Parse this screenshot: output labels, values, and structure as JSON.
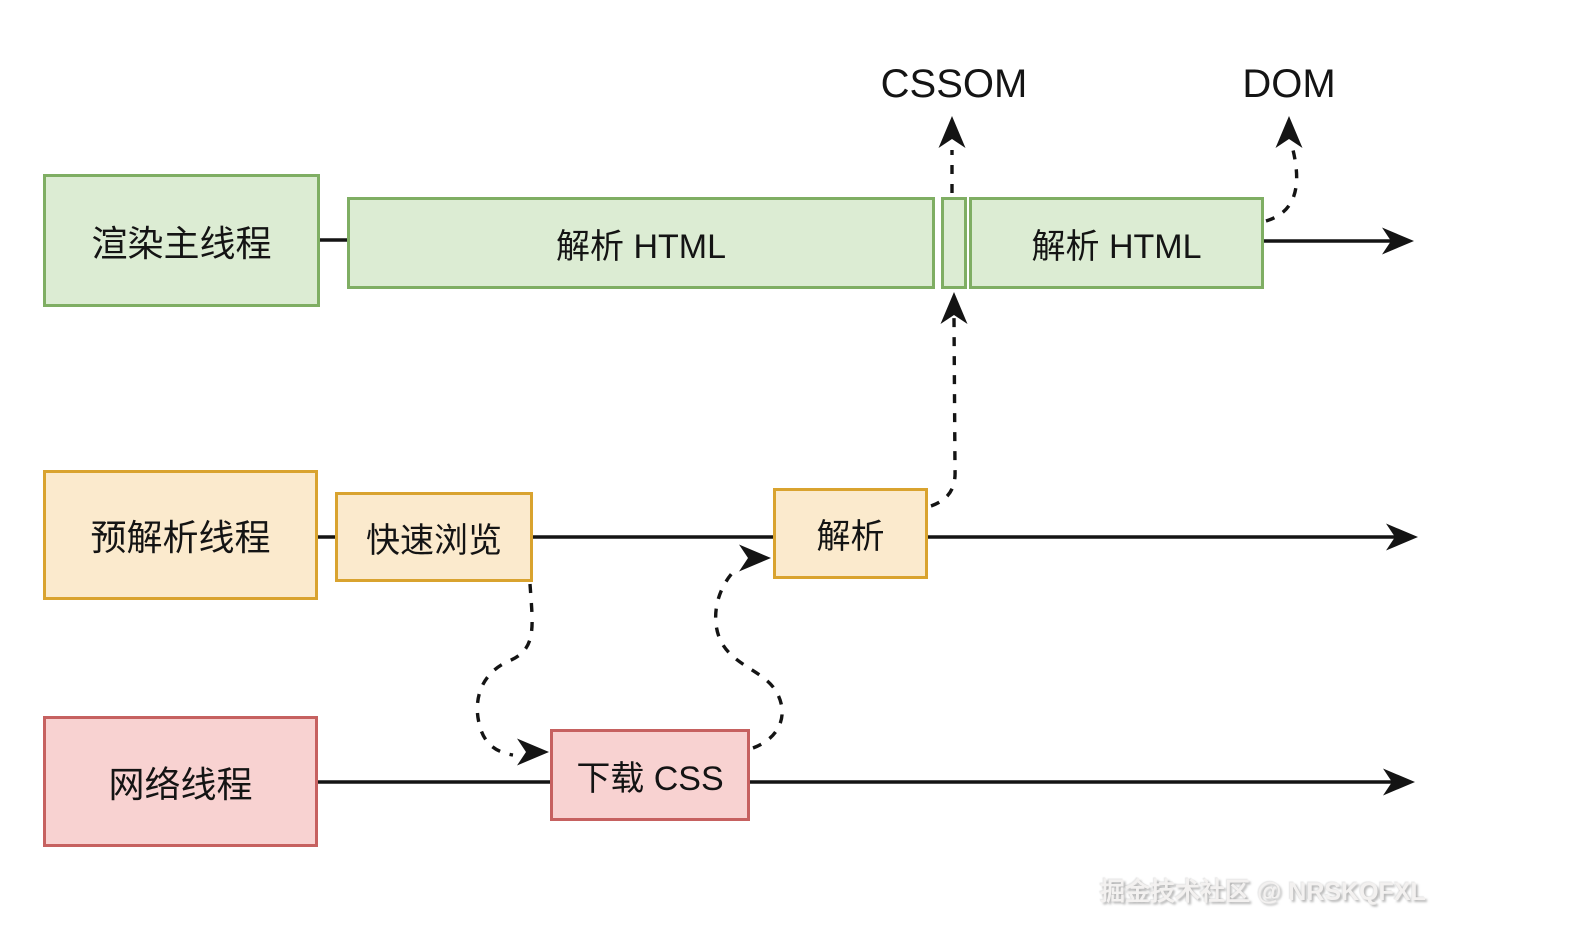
{
  "canvas": {
    "background": "#ffffff"
  },
  "top_labels": {
    "cssom": "CSSOM",
    "dom": "DOM"
  },
  "threads": {
    "render_main": "渲染主线程",
    "preparse": "预解析线程",
    "network": "网络线程"
  },
  "tasks": {
    "parse_html_first": "解析 HTML",
    "parse_html_second": "解析 HTML",
    "quick_scan": "快速浏览",
    "parse": "解析",
    "download_css": "下载 CSS"
  },
  "colors": {
    "green_fill": "#dcecd3",
    "green_stroke": "#7fae63",
    "orange_fill": "#fbeacd",
    "orange_stroke": "#d9a32f",
    "red_fill": "#f8d2d1",
    "red_stroke": "#c66160",
    "line": "#141414"
  },
  "watermark": "掘金技术社区 @ NRSKQFXL"
}
